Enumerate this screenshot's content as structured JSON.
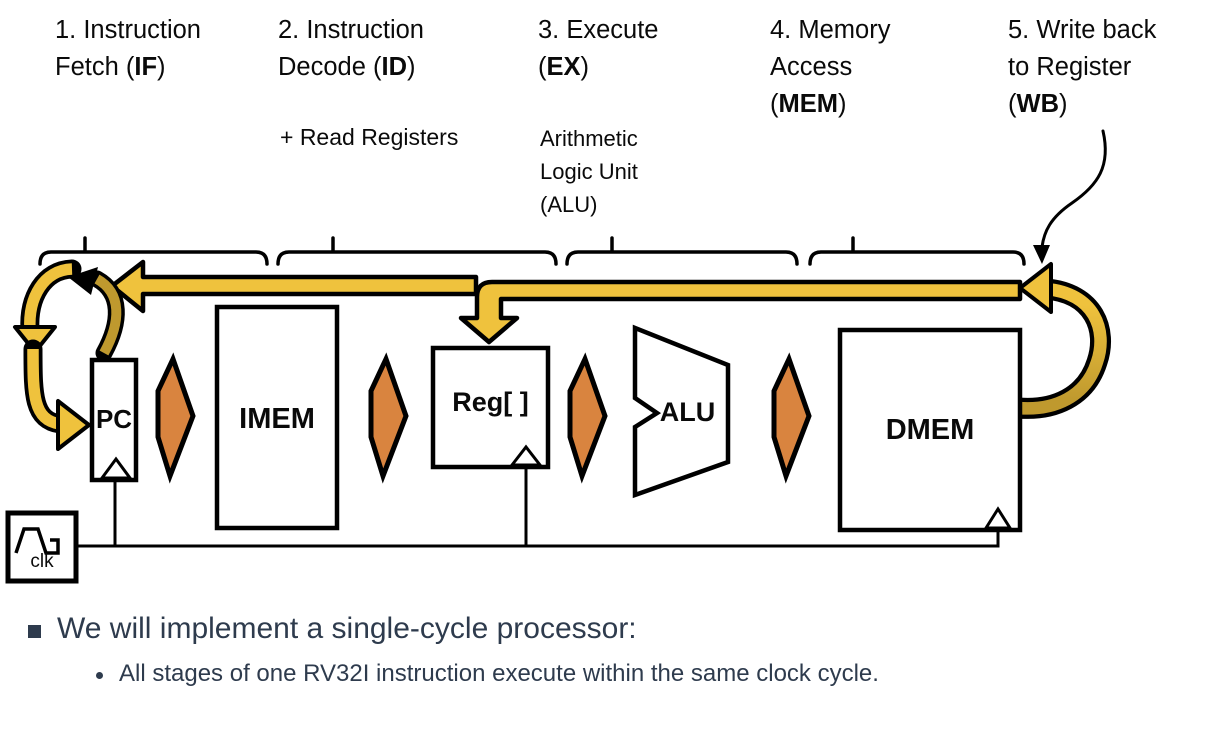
{
  "colors": {
    "yellow": "#efc23d",
    "gold": "#bf992e",
    "orange": "#d9843f",
    "text_dark": "#2e3b4d"
  },
  "stages": [
    {
      "l1": "1. Instruction",
      "abbr_pre": "Fetch (",
      "abbr": "IF",
      "abbr_post": ")"
    },
    {
      "l1": "2. Instruction",
      "abbr_pre": "Decode (",
      "abbr": "ID",
      "abbr_post": ")",
      "note1": "+ Read Registers"
    },
    {
      "l1": "3. Execute",
      "abbr_pre": "(",
      "abbr": "EX",
      "abbr_post": ")",
      "note1": "Arithmetic",
      "note2": "Logic Unit",
      "note3": "(ALU)"
    },
    {
      "l1": "4. Memory",
      "l2": "Access",
      "abbr_pre": "(",
      "abbr": "MEM",
      "abbr_post": ")"
    },
    {
      "l1": "5. Write back",
      "l2": "to Register",
      "abbr_pre": "(",
      "abbr": "WB",
      "abbr_post": ")"
    }
  ],
  "blocks": {
    "pc": "PC",
    "imem": "IMEM",
    "regfile": "Reg[ ]",
    "alu": "ALU",
    "dmem": "DMEM",
    "clk": "clk"
  },
  "bullets": {
    "main": "We will implement a single-cycle processor:",
    "sub": "All stages of one RV32I instruction execute within the same clock cycle."
  }
}
